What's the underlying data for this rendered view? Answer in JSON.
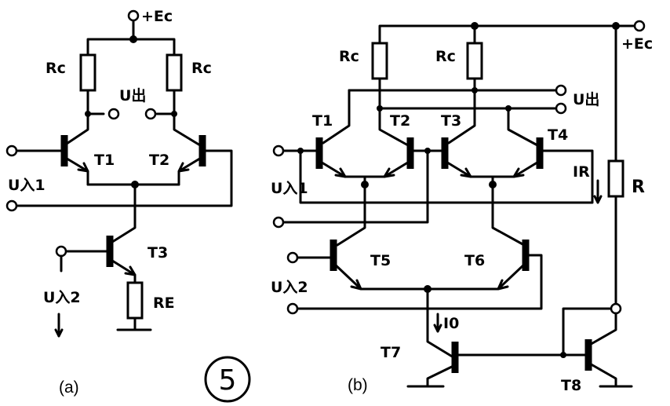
{
  "figure_number": "5",
  "circuit_a": {
    "caption": "(a)",
    "supply": "+Ec",
    "collector_resistor_left": "Rc",
    "collector_resistor_right": "Rc",
    "output": "U出",
    "transistor_1": "T1",
    "transistor_2": "T2",
    "transistor_3": "T3",
    "input_1": "U入1",
    "input_2": "U入2",
    "emitter_resistor": "RE"
  },
  "circuit_b": {
    "caption": "(b)",
    "supply": "+Ec",
    "collector_resistor_left": "Rc",
    "collector_resistor_right": "Rc",
    "output": "U出",
    "transistor_1": "T1",
    "transistor_2": "T2",
    "transistor_3": "T3",
    "transistor_4": "T4",
    "transistor_5": "T5",
    "transistor_6": "T6",
    "transistor_7": "T7",
    "transistor_8": "T8",
    "input_1": "U入1",
    "input_2": "U入2",
    "reference_current": "IR",
    "bias_current": "I0",
    "bias_resistor": "R"
  }
}
